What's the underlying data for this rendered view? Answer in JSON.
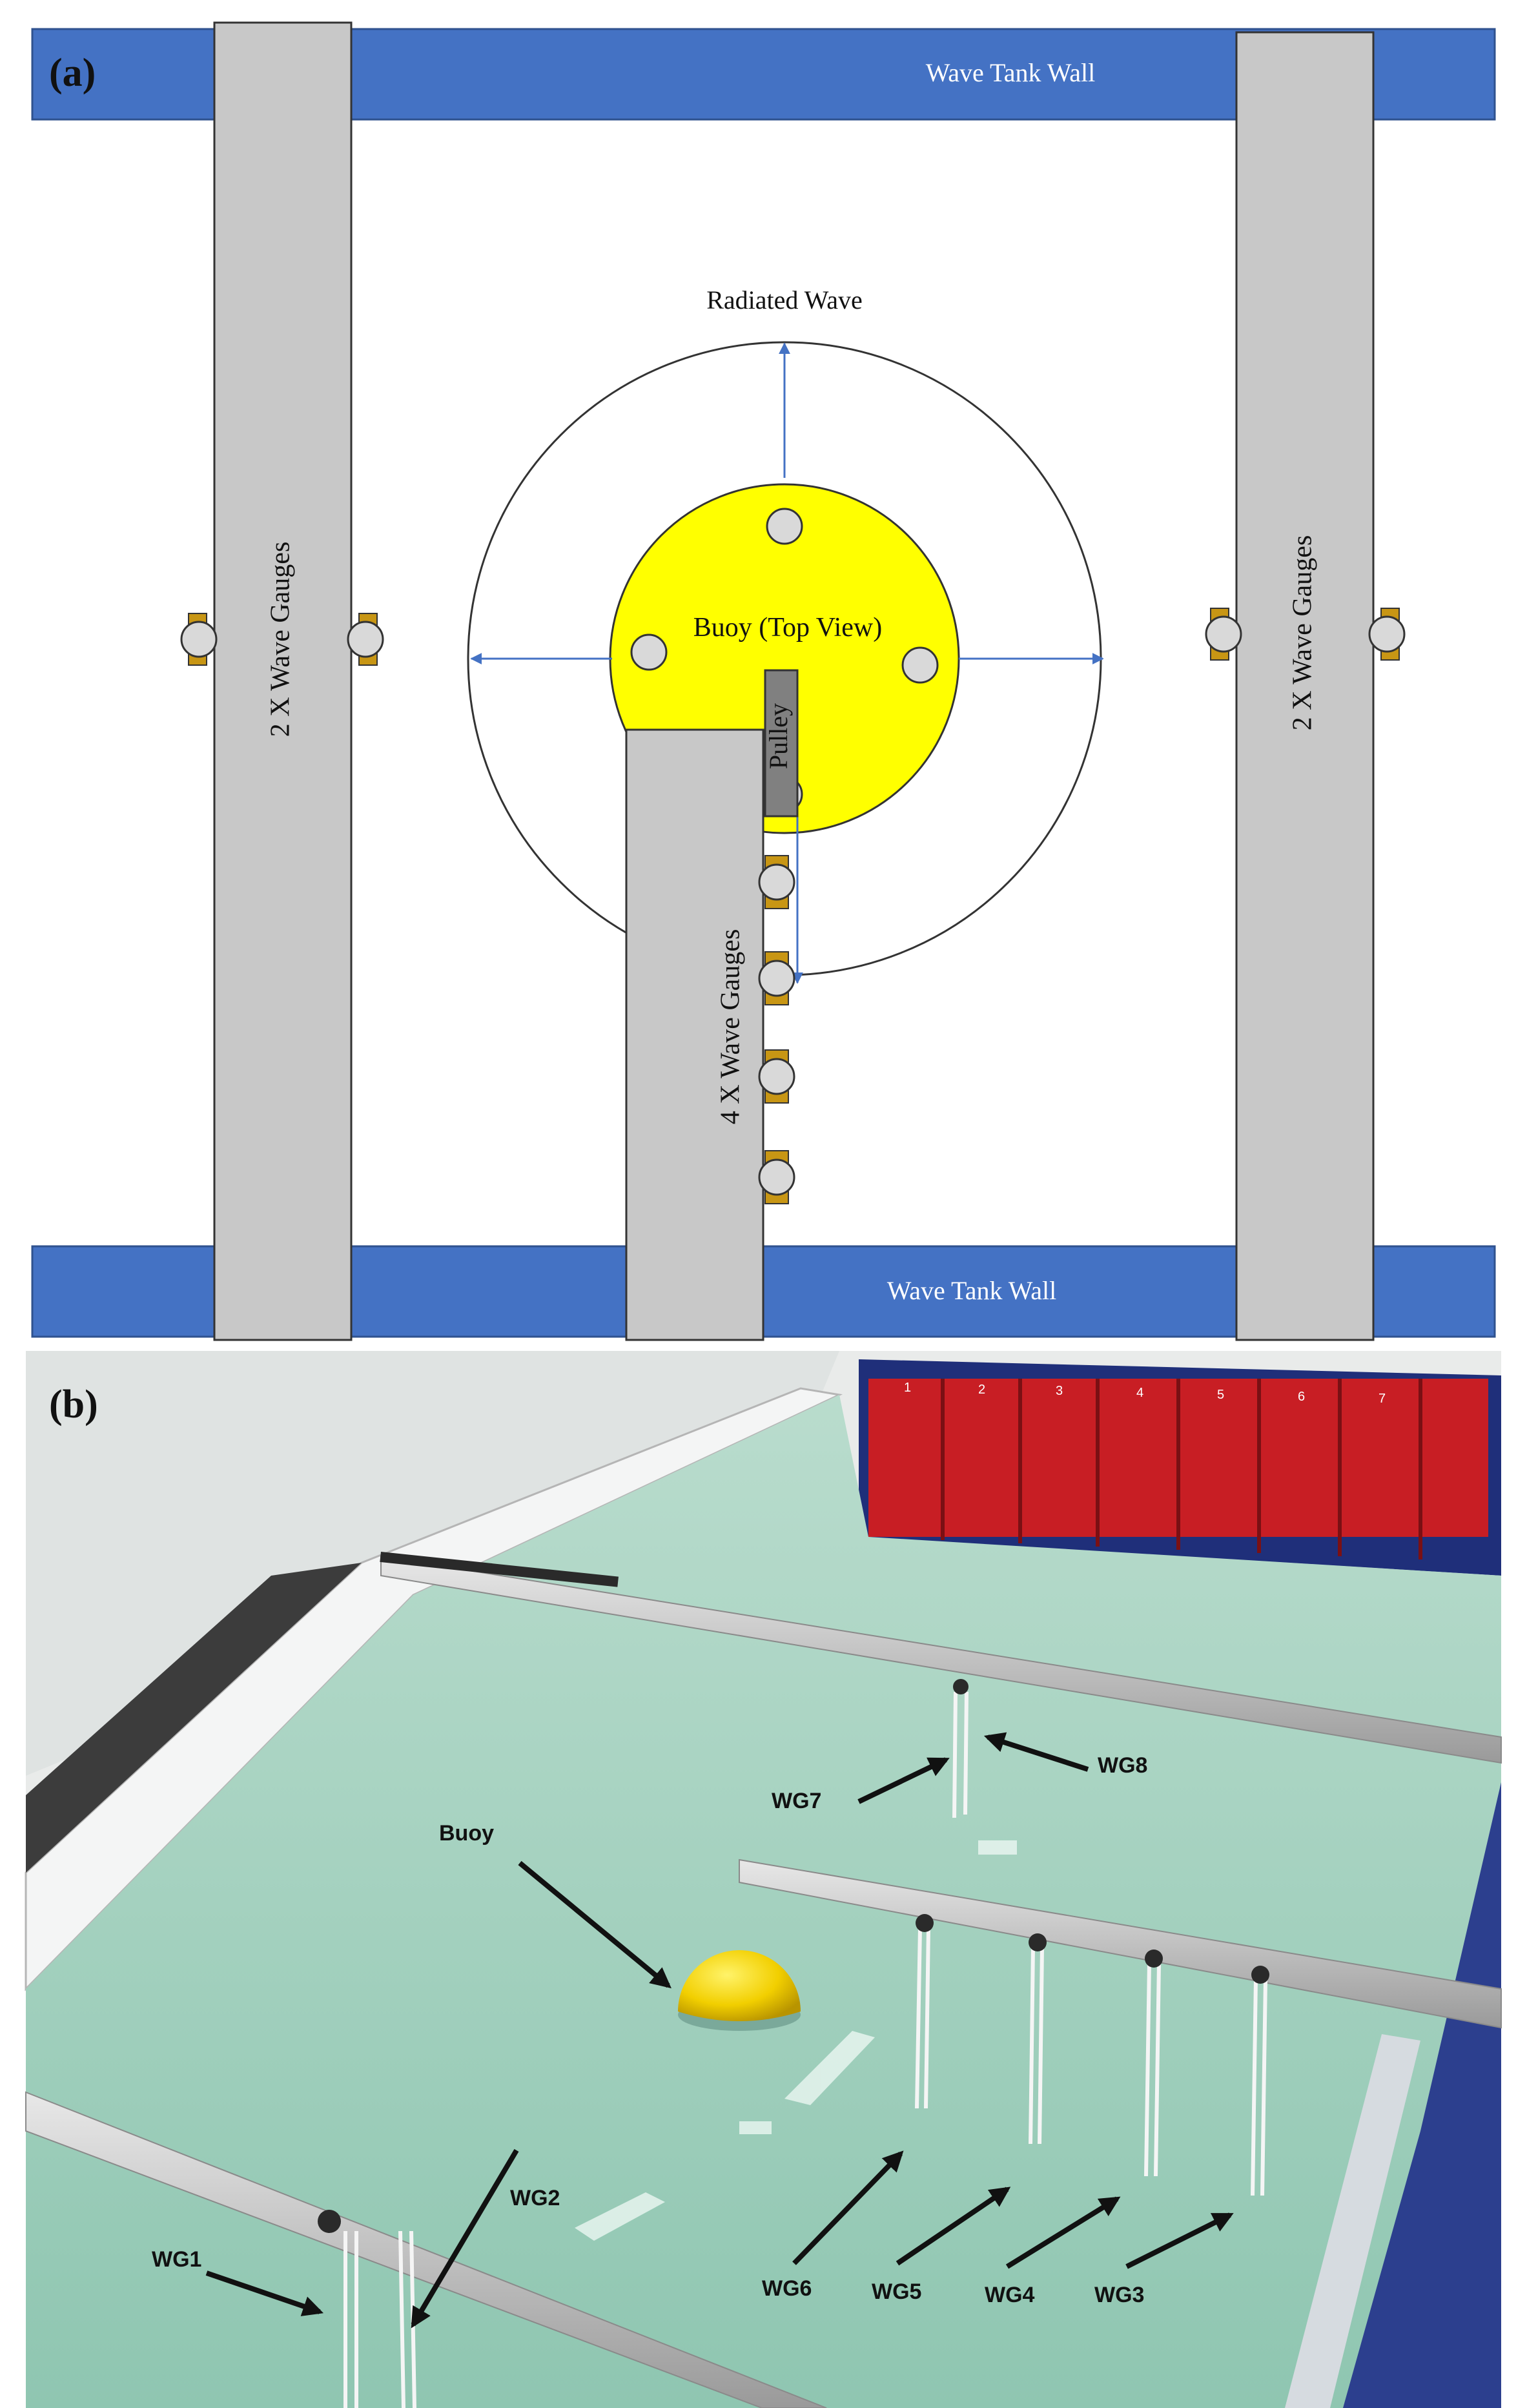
{
  "panel_a": {
    "label": "(a)",
    "top_wall_label": "Wave Tank Wall",
    "bottom_wall_label": "Wave Tank Wall",
    "left_bar_label": "2 X Wave Gauges",
    "right_bar_label": "2 X Wave Gauges",
    "center_bar_label": "4 X Wave Gauges",
    "radiated_wave_label": "Radiated Wave",
    "buoy_label": "Buoy (Top View)",
    "pulley_label": "Pulley"
  },
  "panel_b": {
    "label": "(b)",
    "annotations": {
      "buoy": "Buoy",
      "wg1": "WG1",
      "wg2": "WG2",
      "wg3": "WG3",
      "wg4": "WG4",
      "wg5": "WG5",
      "wg6": "WG6",
      "wg7": "WG7",
      "wg8": "WG8"
    },
    "paddle_numbers": [
      "1",
      "2",
      "3",
      "4",
      "5",
      "6",
      "7"
    ]
  },
  "colors": {
    "wall_blue": "#4472c4",
    "bar_gray": "#c8c8c8",
    "buoy_yellow": "#ffff00",
    "gauge_bracket": "#c89614",
    "arrow_blue": "#4472c4",
    "water": "#9ed0bd",
    "wavemaker_red": "#c81e24"
  }
}
